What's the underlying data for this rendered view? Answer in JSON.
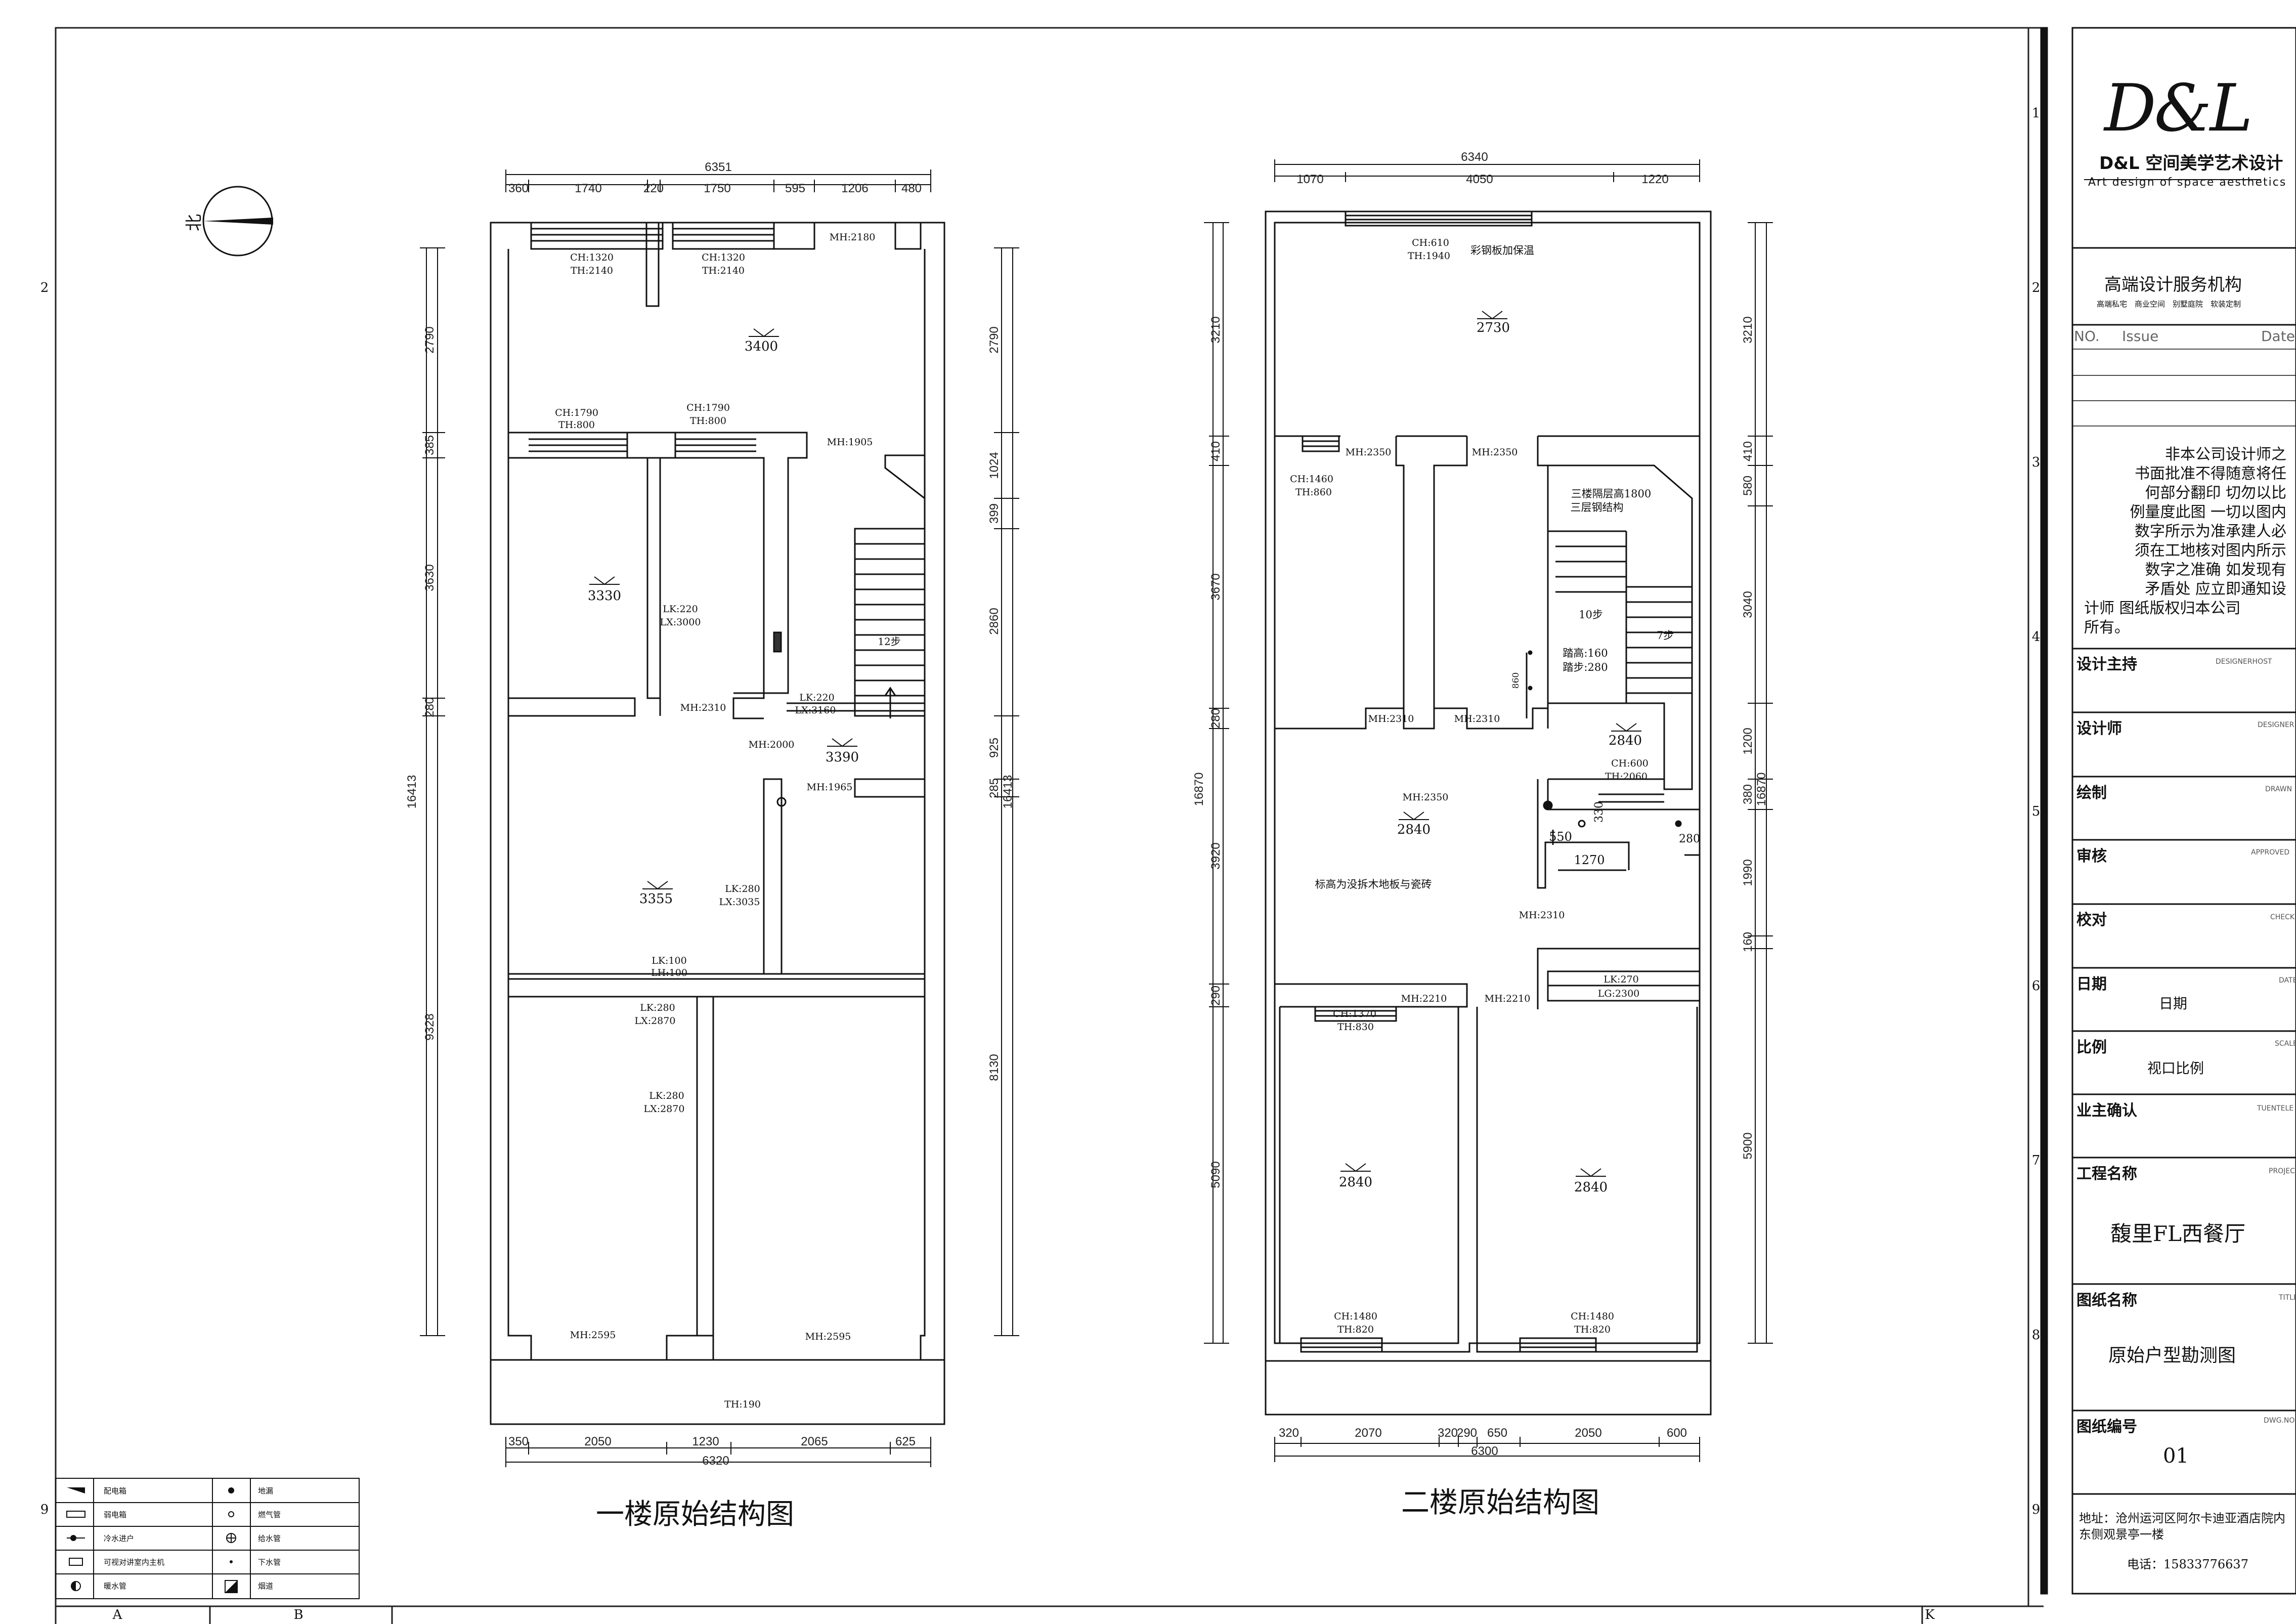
{
  "grid": {
    "rows": [
      "1",
      "2",
      "3",
      "4",
      "5",
      "6",
      "7",
      "8",
      "9"
    ],
    "left_rows": [
      "2",
      "9"
    ],
    "cols": [
      "A",
      "B",
      "K"
    ]
  },
  "floor1": {
    "title": "一楼原始结构图",
    "north": "北",
    "dims_top": {
      "total": "6351",
      "parts": [
        "360",
        "1740",
        "220",
        "1750",
        "595",
        "1206",
        "480"
      ]
    },
    "dims_bottom": {
      "total": "6320",
      "parts": [
        "350",
        "2050",
        "1230",
        "2065",
        "625"
      ]
    },
    "dims_left": {
      "total": "16413",
      "parts": [
        "2790",
        "385",
        "3630",
        "280",
        "9328"
      ]
    },
    "dims_right": {
      "total": "16413",
      "parts": [
        "2790",
        "1024",
        "399",
        "2860",
        "925",
        "285",
        "8130"
      ]
    },
    "labels": [
      "CH:1320",
      "TH:2140",
      "CH:1320",
      "TH:2140",
      "MH:2180",
      "3400",
      "CH:1790",
      "TH:800",
      "CH:1790",
      "TH:800",
      "MH:1905",
      "3330",
      "LK:220",
      "LX:3000",
      "12步",
      "MH:2310",
      "LK:220",
      "LX:3160",
      "MH:2000",
      "3390",
      "MH:1965",
      "3355",
      "LK:280",
      "LX:3035",
      "LK:100",
      "LH:100",
      "LK:280",
      "LX:2870",
      "LK:280",
      "LX:2870",
      "MH:2595",
      "MH:2595",
      "TH:190"
    ]
  },
  "floor2": {
    "title": "二楼原始结构图",
    "dims_top": {
      "total": "6340",
      "parts": [
        "1070",
        "4050",
        "1220"
      ]
    },
    "dims_bottom": {
      "total": "6300",
      "parts": [
        "320",
        "2070",
        "320",
        "290",
        "650",
        "2050",
        "600"
      ]
    },
    "dims_left": {
      "total": "16870",
      "parts": [
        "3210",
        "410",
        "3670",
        "280",
        "3920",
        "290",
        "5090"
      ]
    },
    "dims_right": {
      "total": "16870",
      "parts": [
        "3210",
        "410",
        "580",
        "3040",
        "1200",
        "380",
        "1990",
        "160",
        "5900"
      ]
    },
    "labels": [
      "CH:610",
      "TH:1940",
      "彩钢板加保温",
      "2730",
      "MH:2350",
      "MH:2350",
      "CH:1460",
      "TH:860",
      "三楼隔层高1800",
      "三层钢结构",
      "10步",
      "7步",
      "踏高:160",
      "踏步:280",
      "860",
      "MH:2310",
      "MH:2310",
      "2840",
      "CH:600",
      "TH:2060",
      "MH:2350",
      "2840",
      "330",
      "550",
      "1270",
      "280",
      "标高为没拆木地板与瓷砖",
      "MH:2310",
      "LK:270",
      "LG:2300",
      "CH:1370",
      "TH:830",
      "MH:2210",
      "MH:2210",
      "2840",
      "2840",
      "CH:1480",
      "TH:820",
      "CH:1480",
      "TH:820"
    ]
  },
  "legend": [
    {
      "symbol": "配电箱",
      "desc": "地漏"
    },
    {
      "symbol": "弱电箱",
      "desc": "燃气管"
    },
    {
      "symbol": "冷水进户",
      "desc": "给水管"
    },
    {
      "symbol": "可视对讲室内主机",
      "desc": "下水管"
    },
    {
      "symbol": "暖水管",
      "desc": "烟道"
    }
  ],
  "title_block": {
    "logo": "D&L",
    "company": "D&L 空间美学艺术设计",
    "company_en": "Art design of space aesthetics",
    "service": "高端设计服务机构",
    "service_tags": "高端私宅　商业空间　别墅庭院　软装定制",
    "issue_header": {
      "no": "NO.",
      "issue": "Issue",
      "date": "Date"
    },
    "notice": [
      "非本公司设计师之",
      "书面批准不得随意将任",
      "何部分翻印 切勿以比",
      "例量度此图 一切以图内",
      "数字所示为准承建人必",
      "须在工地核对图内所示",
      "数字之准确 如发现有",
      "矛盾处 应立即通知设",
      "计师 图纸版权归本公司",
      "所有。"
    ],
    "rows": [
      {
        "cn": "设计主持",
        "en": "DESIGNERHOST",
        "value": ""
      },
      {
        "cn": "设计师",
        "en": "DESIGNER",
        "value": ""
      },
      {
        "cn": "绘制",
        "en": "DRAWN",
        "value": ""
      },
      {
        "cn": "审核",
        "en": "APPROVED",
        "value": ""
      },
      {
        "cn": "校对",
        "en": "CHECK",
        "value": ""
      },
      {
        "cn": "日期",
        "en": "DATE",
        "value": "日期"
      },
      {
        "cn": "比例",
        "en": "SCALE",
        "value": "视口比例"
      },
      {
        "cn": "业主确认",
        "en": "TUENTELE",
        "value": ""
      }
    ],
    "project_label": {
      "cn": "工程名称",
      "en": "PROJECT"
    },
    "project": "馥里FL西餐厅",
    "drawing_label": {
      "cn": "图纸名称",
      "en": "TITLE"
    },
    "drawing": "原始户型勘测图",
    "number_label": {
      "cn": "图纸编号",
      "en": "DWG.NO"
    },
    "number": "01",
    "address_label": "地址：",
    "address": "沧州运河区阿尔卡迪亚酒店院内东侧观景亭一楼",
    "phone_label": "电话：",
    "phone": "15833776637"
  }
}
